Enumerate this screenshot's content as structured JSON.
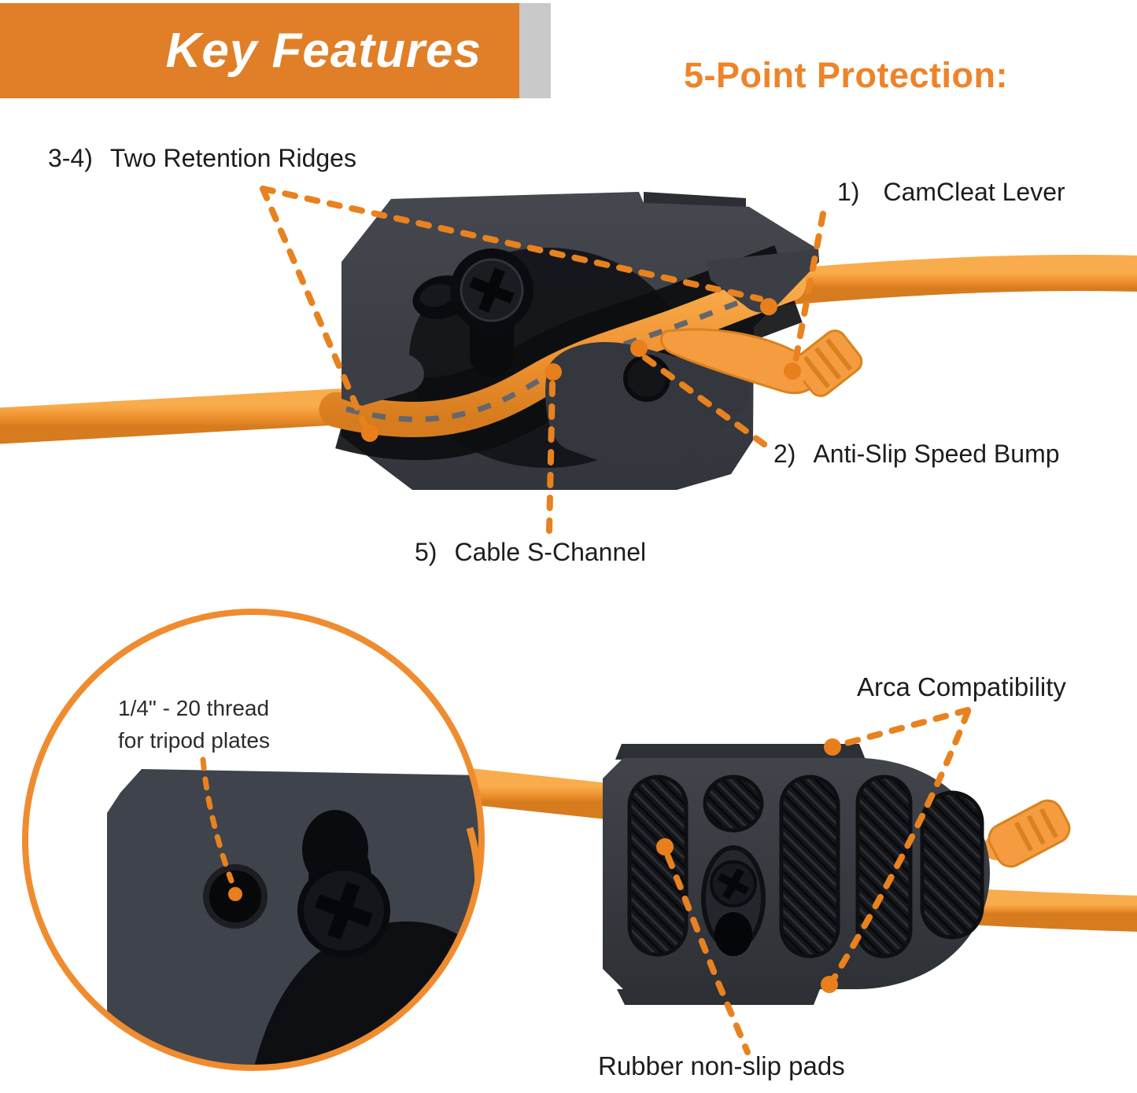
{
  "banner": {
    "title": "Key Features",
    "accent_color": "#E07F28",
    "strip_color": "#C9C9C9"
  },
  "heading": {
    "text": "5-Point Protection:",
    "color": "#EE8329"
  },
  "callouts": {
    "retention_ridges": {
      "num": "3-4)",
      "label": "Two Retention Ridges"
    },
    "camcleat_lever": {
      "num": "1)",
      "label": "CamCleat Lever"
    },
    "speed_bump": {
      "num": "2)",
      "label": "Anti-Slip Speed Bump"
    },
    "s_channel": {
      "num": "5)",
      "label": "Cable S-Channel"
    },
    "thread": {
      "line1": "1/4\" - 20 thread",
      "line2": "for tripod plates"
    },
    "arca": {
      "label": "Arca Compatibility"
    },
    "rubber_pads": {
      "label": "Rubber non-slip pads"
    }
  },
  "colors": {
    "leader": "#E8821F",
    "cable": "#F49B33",
    "device_body": "#3B3E44",
    "lever": "#F59C40",
    "label_text": "#1D1D1F"
  }
}
